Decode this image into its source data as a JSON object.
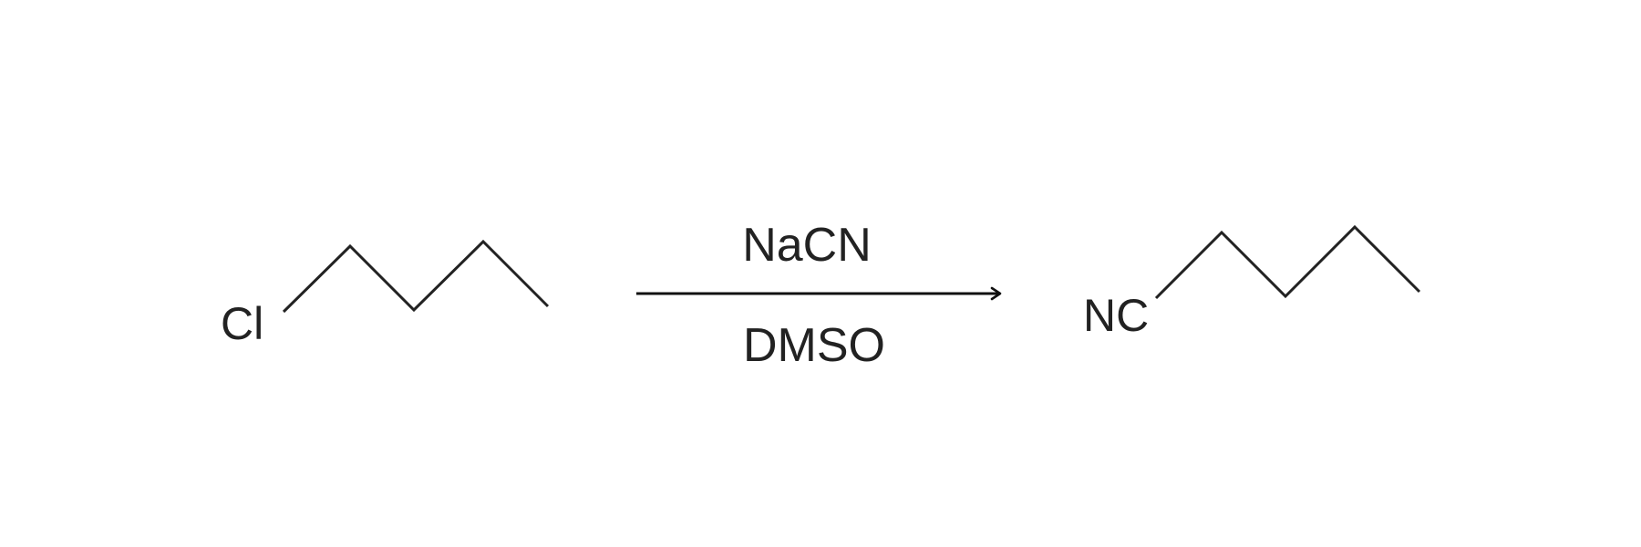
{
  "scheme": {
    "reactant": {
      "label": "Cl"
    },
    "reagents": {
      "above_arrow": "NaCN",
      "below_arrow": "DMSO"
    },
    "product": {
      "label": "NC"
    }
  }
}
